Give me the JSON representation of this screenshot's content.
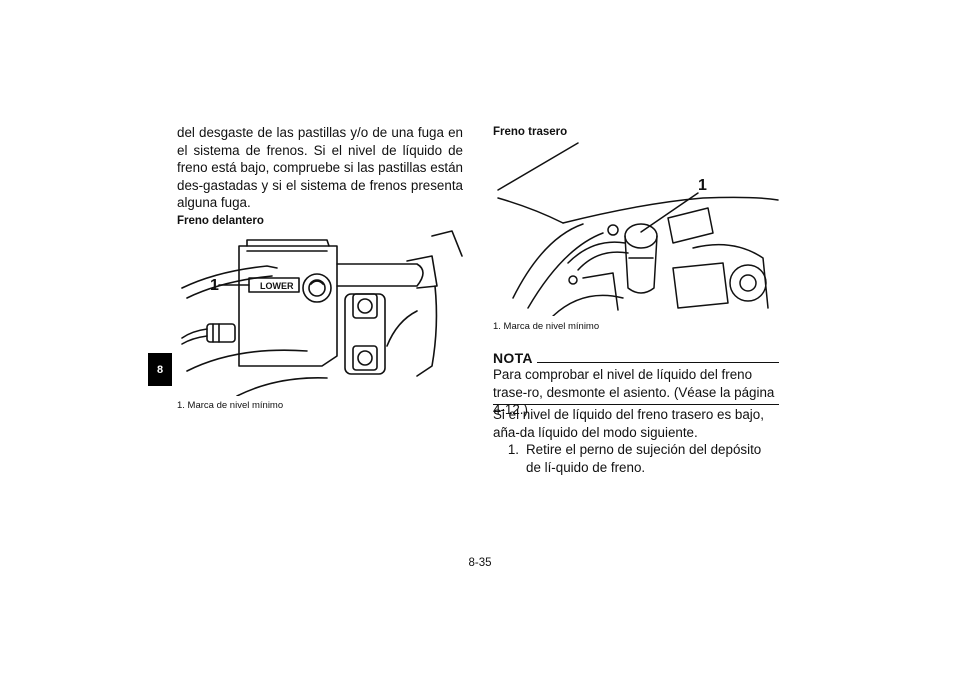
{
  "chapter_tab": "8",
  "left": {
    "paragraph": "del desgaste de las pastillas y/o de una fuga en el sistema de frenos. Si el nivel de líquido de freno está bajo, compruebe si las pastillas están des-gastadas y si el sistema de frenos presenta alguna fuga.",
    "figure_title": "Freno delantero",
    "figure_label_text": "LOWER",
    "figure_callout": "1",
    "caption": "1.  Marca de nivel mínimo"
  },
  "right": {
    "figure_title": "Freno trasero",
    "figure_callout": "1",
    "caption": "1.  Marca de nivel mínimo",
    "nota_heading": "NOTA",
    "nota_text": "Para comprobar el nivel de líquido del freno trase-ro, desmonte el asiento. (Véase la página 4-12.)",
    "paragraph": "Si el nivel de líquido del freno trasero es bajo, aña-da líquido del modo siguiente.",
    "steps": [
      {
        "number": "1.",
        "text": "Retire el perno de sujeción del depósito de lí-quido de freno."
      }
    ]
  },
  "page_number": "8-35"
}
